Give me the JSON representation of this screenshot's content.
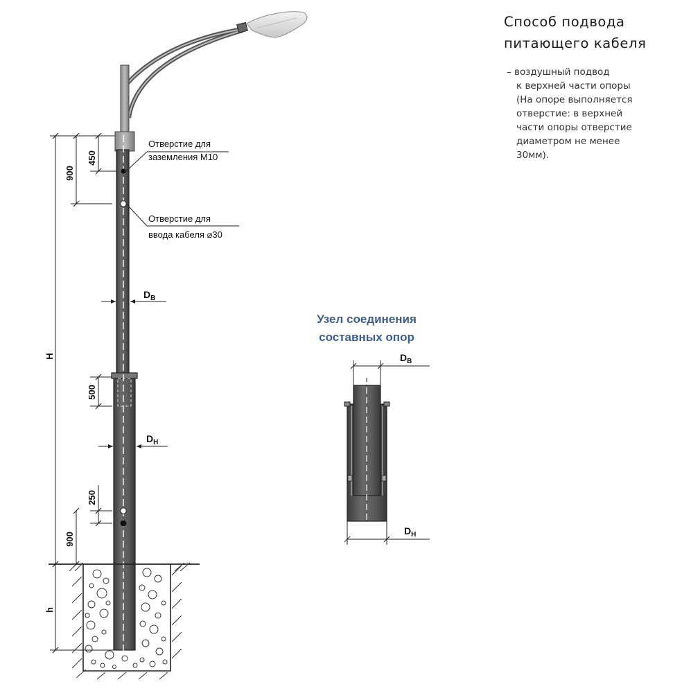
{
  "title": {
    "line1": "Способ подвода",
    "line2": "питающего кабеля"
  },
  "description": {
    "line1": "– воздушный подвод",
    "line2": "к верхней части опоры",
    "line3": "(На опоре выполняется",
    "line4": "отверстие: в верхней",
    "line5": "части опоры отверстие",
    "line6": "диаметром не менее",
    "line7": "30мм)."
  },
  "labels": {
    "grounding_hole_l1": "Отверстие для",
    "grounding_hole_l2": "заземления М10",
    "cable_hole_l1": "Отверстие для",
    "cable_hole_l2": "ввода кабеля  ⌀30",
    "d_top_main": "D",
    "d_top_main_sub": "В",
    "d_bottom_main": "D",
    "d_bottom_main_sub": "Н",
    "joint_title_l1": "Узел соединения",
    "joint_title_l2": "составных опор",
    "joint_d_top": "D",
    "joint_d_top_sub": "В",
    "joint_d_bottom": "D",
    "joint_d_bottom_sub": "Н"
  },
  "dimensions": {
    "d450": "450",
    "d900_top": "900",
    "dH": "H",
    "d500": "500",
    "d250": "250",
    "d900_bottom": "900",
    "dh": "h"
  },
  "colors": {
    "pole": "#5a5a5a",
    "joint_title": "#3a5f8a",
    "line": "#222222"
  }
}
